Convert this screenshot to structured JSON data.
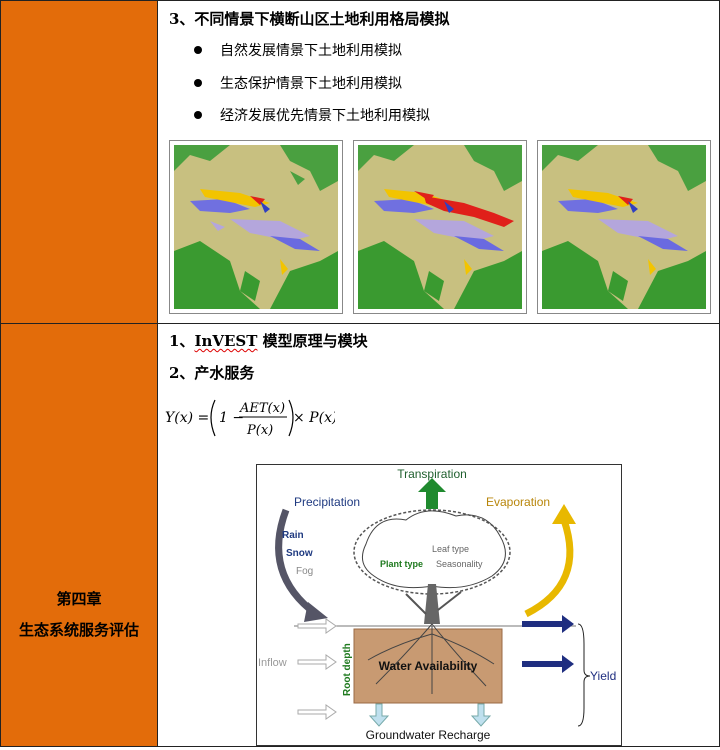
{
  "section1": {
    "heading": "3、不同情景下横断山区土地利用格局模拟",
    "bullets": [
      "自然发展情景下土地利用模拟",
      "生态保护情景下土地利用模拟",
      "经济发展优先情景下土地利用模拟"
    ]
  },
  "chapter": {
    "line1": "第四章",
    "line2": "生态系统服务评估"
  },
  "section2": {
    "heading1_prefix": "1、",
    "heading1_term": "InVEST",
    "heading1_suffix": " 模型原理与模块",
    "heading2": "2、产水服务",
    "formula_lhs": "Y(x) =",
    "formula_one": "1 −",
    "formula_num": "AET(x)",
    "formula_den": "P(x)",
    "formula_rhs": "× P(x)"
  },
  "diagram": {
    "transpiration": "Transpiration",
    "precipitation": "Precipitation",
    "evaporation": "Evaporation",
    "rain": "Rain",
    "snow": "Snow",
    "fog": "Fog",
    "leaf_type": "Leaf type",
    "plant_type": "Plant type",
    "seasonality": "Seasonality",
    "inflow": "Inflow",
    "root_depth": "Root depth",
    "water_availability": "Water Availability",
    "yield": "Yield",
    "groundwater": "Groundwater Recharge"
  },
  "colors": {
    "orange_column": "#E36C0A",
    "map_background": "#C8C080",
    "forest": "#3A9A30",
    "water_blue": "#6A6AE0",
    "lavender": "#B4A6DC",
    "yellow": "#F2C400",
    "red": "#E0201A"
  }
}
